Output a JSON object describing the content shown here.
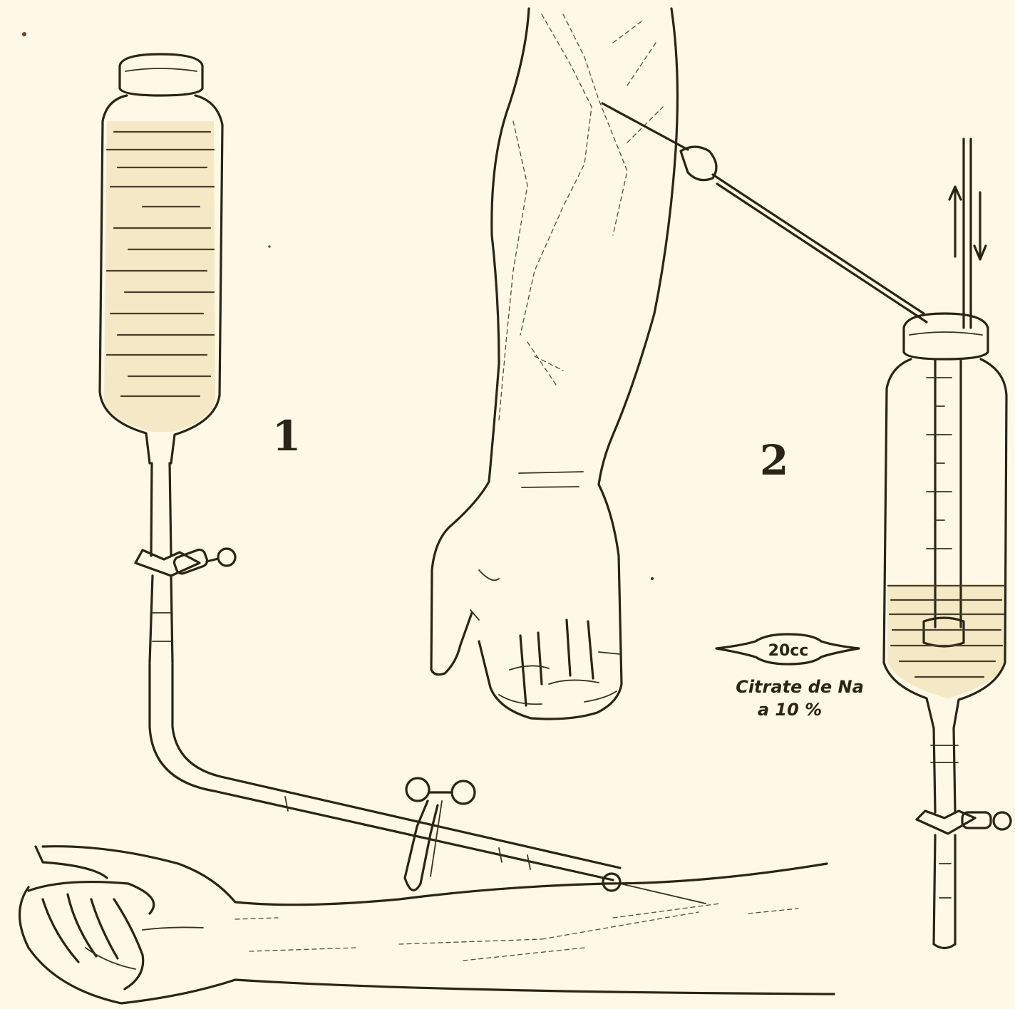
{
  "figure": {
    "label_1": "1",
    "label_2": "2",
    "ampoule_text": "20cc",
    "caption_line1": "Citrate de Na",
    "caption_line2": "a 10 %"
  },
  "colors": {
    "paper": "#fdf9e6",
    "ink": "#2b2417"
  }
}
